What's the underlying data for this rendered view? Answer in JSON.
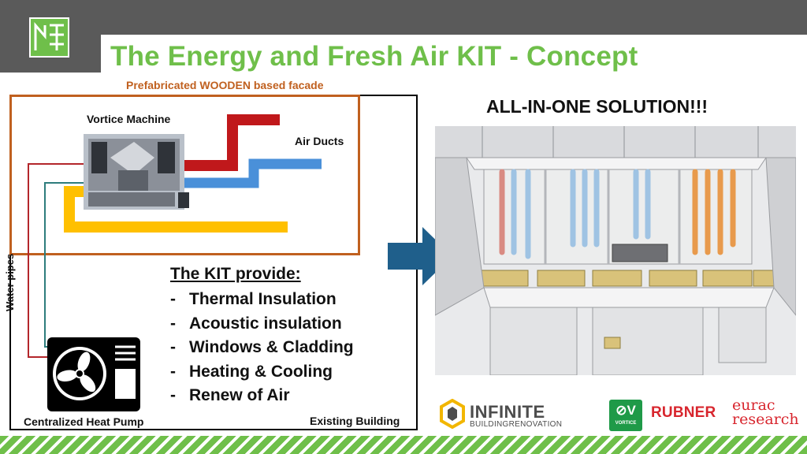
{
  "header": {
    "title": "The Energy and Fresh Air KIT - Concept",
    "logo_icon": "nzeb-logo-icon"
  },
  "diagram": {
    "facade_label": "Prefabricated WOODEN based facade",
    "machine_label": "Vortice Machine",
    "ducts_label": "Air Ducts",
    "pipes_label": "Water pipes",
    "pump_label": "Centralized Heat Pump",
    "building_label": "Existing Building",
    "colors": {
      "facade_border": "#c0601f",
      "duct_red": "#c0181b",
      "duct_blue": "#4a90d9",
      "duct_yellow": "#ffc000",
      "pipe_red": "#b3262b",
      "pipe_teal": "#2e7d7d"
    }
  },
  "kit": {
    "heading": "The KIT provide:",
    "items": [
      "Thermal Insulation",
      "Acoustic insulation",
      "Windows & Cladding",
      "Heating & Cooling",
      "Renew of Air"
    ]
  },
  "right": {
    "headline": "ALL-IN-ONE SOLUTION!!!",
    "arrow_icon": "right-arrow-icon",
    "render_image": "facade-3d-render"
  },
  "partners": {
    "infinite_name": "INFINITE",
    "infinite_sub": "BUILDINGRENOVATION",
    "vortice_mark": "⊘V",
    "vortice_name": "VORTICE",
    "rubner": "RUBNER",
    "eurac_line1": "eurac",
    "eurac_line2": "research"
  },
  "theme": {
    "green": "#6fbf4a",
    "dark_gray": "#5a5a5a"
  }
}
